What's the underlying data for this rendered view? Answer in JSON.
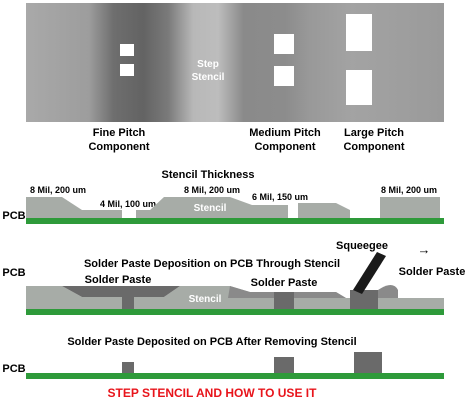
{
  "top_view": {
    "step_stencil_label_line1": "Step",
    "step_stencil_label_line2": "Stencil",
    "fine_pitch_line1": "Fine Pitch",
    "fine_pitch_line2": "Component",
    "medium_pitch_line1": "Medium Pitch",
    "medium_pitch_line2": "Component",
    "large_pitch_line1": "Large Pitch",
    "large_pitch_line2": "Component"
  },
  "cross_section_1": {
    "title": "Stencil Thickness",
    "label_8mil_left": "8 Mil, 200 um",
    "label_4mil": "4 Mil, 100 um",
    "label_8mil_mid": "8 Mil, 200 um",
    "label_6mil": "6 Mil, 150 um",
    "label_8mil_right": "8 Mil, 200 um",
    "stencil_label": "Stencil",
    "pcb_label": "PCB"
  },
  "cross_section_2": {
    "title": "Solder Paste Deposition on PCB Through Stencil",
    "squeegee_label": "Squeegee",
    "arrow_glyph": "→",
    "solder_paste_left": "Solder Paste",
    "solder_paste_mid": "Solder Paste",
    "solder_paste_right": "Solder Paste",
    "stencil_label": "Stencil",
    "pcb_label": "PCB"
  },
  "cross_section_3": {
    "title": "Solder Paste Deposited on PCB After Removing Stencil",
    "pcb_label": "PCB"
  },
  "footer": {
    "caption": "STEP STENCIL AND HOW TO USE IT"
  },
  "colors": {
    "pcb_green": "#2e9a3a",
    "stencil_gray": "#a7aca7",
    "paste_dark": "#6a6a6a",
    "caption_red": "#e8141b"
  }
}
